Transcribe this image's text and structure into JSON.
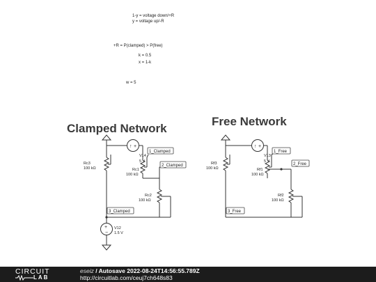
{
  "notes": {
    "line1": "1-y = voltage down/+R",
    "line2": "y = voltage up/-R",
    "line3": "+R = P(clamped) > P(free)",
    "line4": "k = 0.5",
    "line5": "x = 1-k",
    "line6": "w = 5"
  },
  "clamped": {
    "title": "Clamped Network",
    "source_top": {
      "name": "V14",
      "value": "5 V"
    },
    "source_bottom": {
      "name": "V12",
      "value": "1.5 V"
    },
    "r_left": {
      "name": "Rc3",
      "value": "100 kΩ"
    },
    "r_mid": {
      "name": "Rc1",
      "value": "100 kΩ"
    },
    "r_right": {
      "name": "Rc2",
      "value": "100 kΩ"
    },
    "net1": "1_Clamped",
    "net2": "2_Clamped",
    "net3": "3_Clamped"
  },
  "free": {
    "title": "Free Network",
    "source_top": {
      "name": "V13",
      "value": "5 V"
    },
    "r_left": {
      "name": "Rf3",
      "value": "100 kΩ"
    },
    "r_mid": {
      "name": "Rf1",
      "value": "100 kΩ"
    },
    "r_right": {
      "name": "Rf2",
      "value": "100 kΩ"
    },
    "net1": "1_Free",
    "net2": "2_Free",
    "net3": "3_Free"
  },
  "footer": {
    "logo_top": "CIRCUIT",
    "logo_bottom": "LAB",
    "user": "eseiz",
    "separator": " / ",
    "title": "Autosave 2022-08-24T14:56:55.789Z",
    "url": "http://circuitlab.com/ceuj7ch648s83"
  }
}
